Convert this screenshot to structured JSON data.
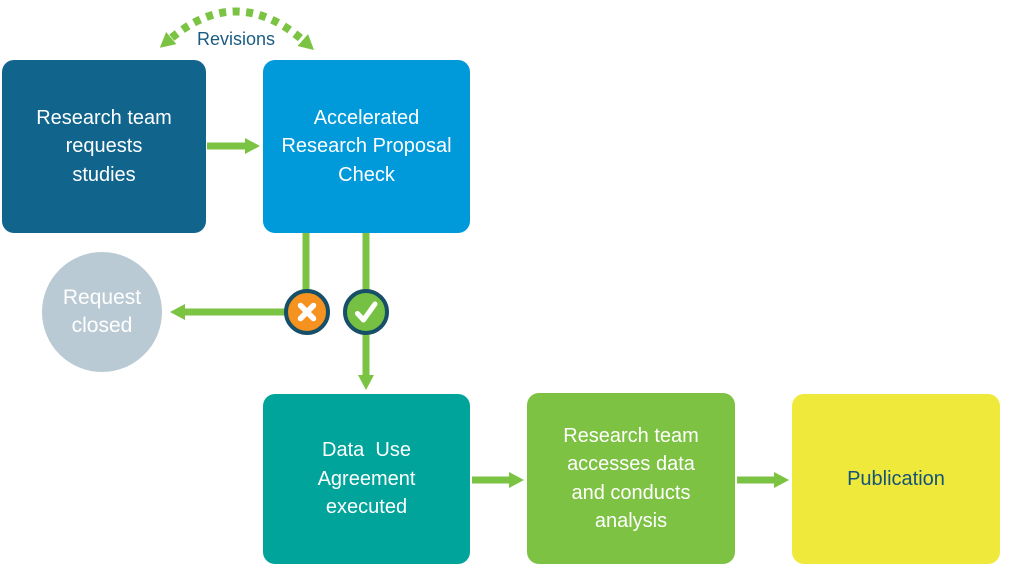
{
  "diagram": {
    "revisions_label": "Revisions",
    "nodes": {
      "research_request": {
        "label": "Research team\nrequests\nstudies"
      },
      "proposal_check": {
        "label": "Accelerated\nResearch Proposal\nCheck"
      },
      "request_closed": {
        "label": "Request\nclosed"
      },
      "dua_executed": {
        "label": "Data  Use\nAgreement\nexecuted"
      },
      "access_analysis": {
        "label": "Research team\naccesses data\nand conducts\nanalysis"
      },
      "publication": {
        "label": "Publication"
      }
    },
    "icons": {
      "reject": "x-mark-in-orange-circle",
      "approve": "check-mark-in-green-circle",
      "revisions_arc": "dashed-double-headed-arc-arrow"
    }
  },
  "colors": {
    "box_dark_blue": "#11648b",
    "box_light_blue": "#0099da",
    "box_teal": "#00a49a",
    "box_green": "#7dc242",
    "box_yellow": "#efe93b",
    "circle_gray": "#b9cad4",
    "arrow_green": "#7bc342",
    "icon_orange": "#f6921f",
    "icon_check_green": "#76c043",
    "icon_ring_navy": "#174e68",
    "text_light": "#ffffff",
    "text_navy": "#14537a",
    "revisions_navy": "#1b5c84"
  }
}
